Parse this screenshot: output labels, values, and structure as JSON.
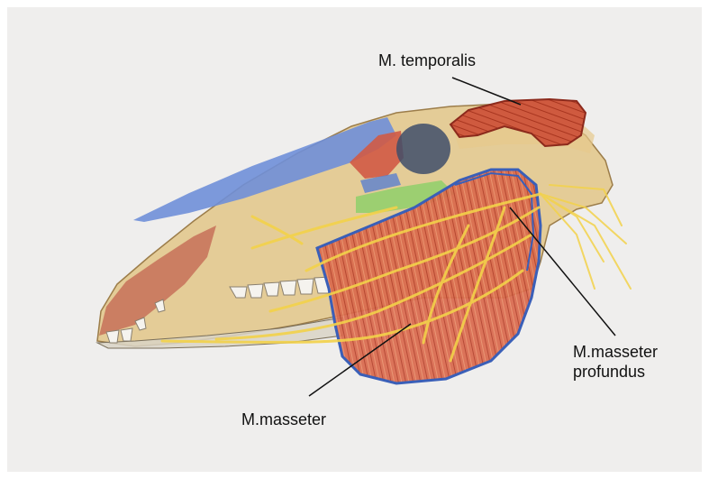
{
  "labels": {
    "temporalis": "M. temporalis",
    "masseter_profundus_line1": "M.masseter",
    "masseter_profundus_line2": "profundus",
    "masseter": "M.masseter"
  },
  "colors": {
    "paper": "#efeeed",
    "bone": "#e0c07a",
    "nasal_blue": "#6f8fd8",
    "frontal_red": "#d05a45",
    "muscle_red": "#c8543a",
    "muscle_outline": "#3a5fb8",
    "nerve_yellow": "#f3d24a",
    "green_band": "#8fcf6a",
    "teeth": "#f5f3ee",
    "leader_line": "#111111"
  },
  "icons": [
    "horse-skull-illustration",
    "temporalis-muscle",
    "masseter-muscle",
    "facial-nerve-branches"
  ]
}
